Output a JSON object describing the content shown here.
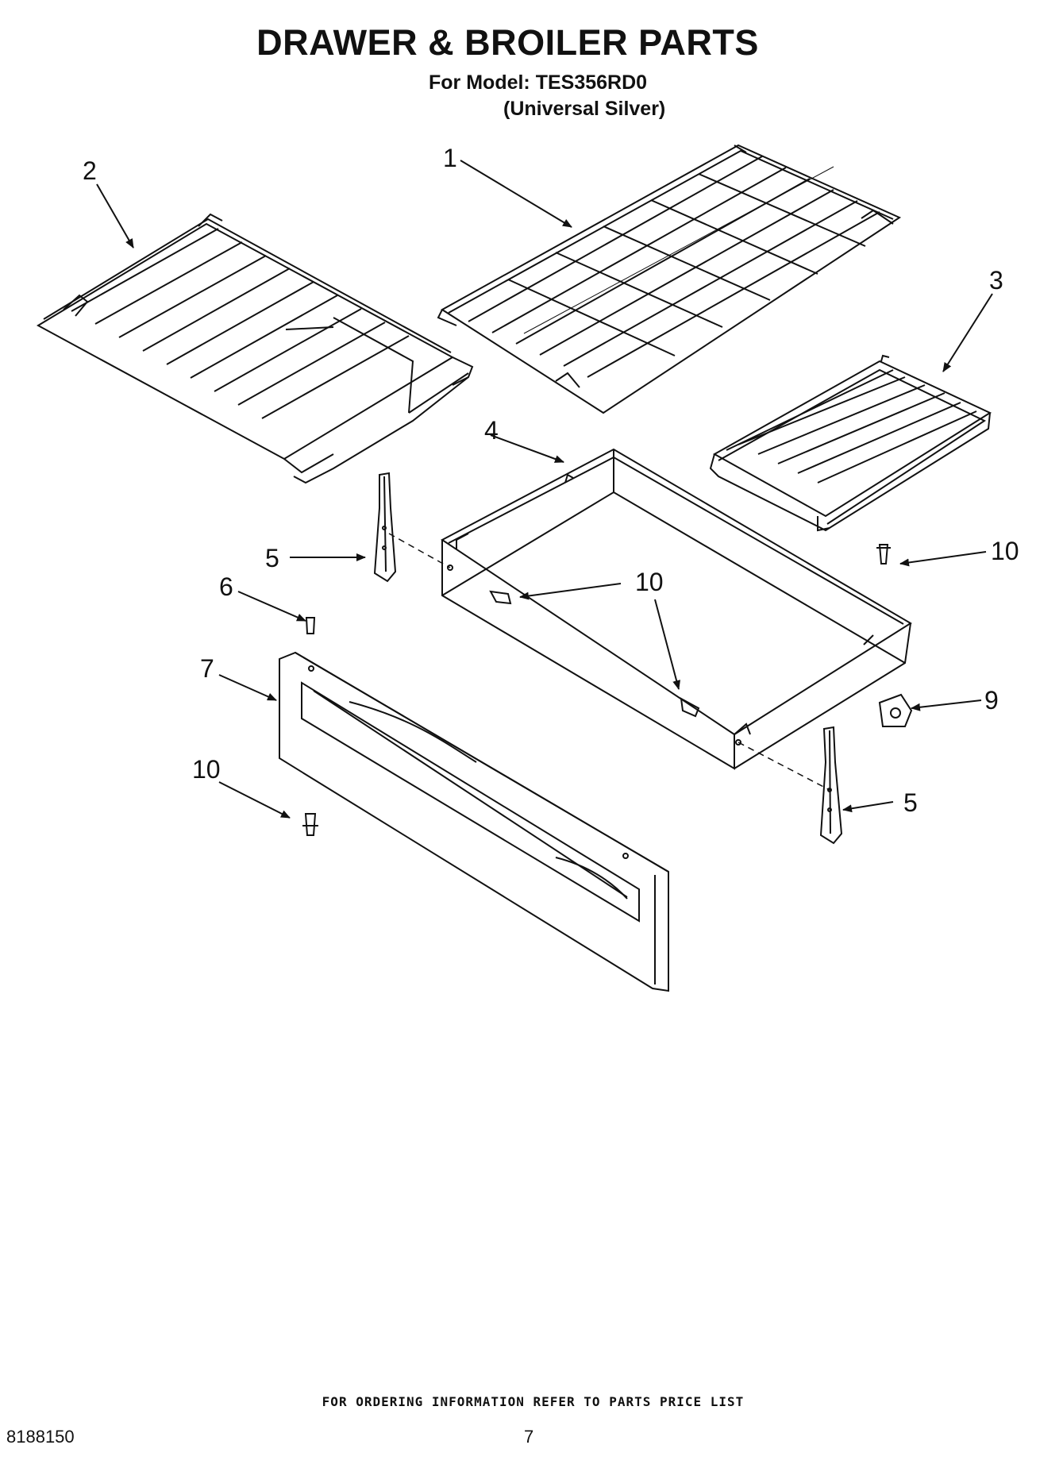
{
  "header": {
    "title": "DRAWER & BROILER PARTS",
    "model_line": "For Model: TES356RD0",
    "color_line": "(Universal Silver)"
  },
  "callouts": {
    "c1": "1",
    "c2": "2",
    "c3": "3",
    "c4": "4",
    "c5a": "5",
    "c5b": "5",
    "c6": "6",
    "c7": "7",
    "c9": "9",
    "c10a": "10",
    "c10b": "10",
    "c10c": "10"
  },
  "footer": {
    "ordering_note": "FOR ORDERING INFORMATION REFER TO PARTS PRICE LIST",
    "doc_number": "8188150",
    "page_number": "7"
  }
}
